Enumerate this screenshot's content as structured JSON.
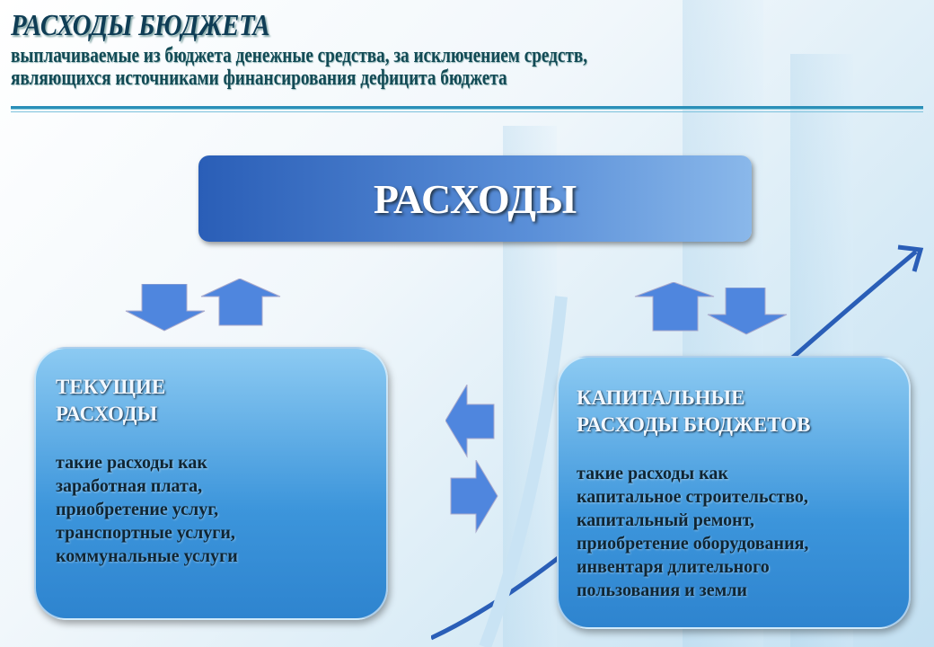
{
  "header": {
    "title": "РАСХОДЫ БЮДЖЕТА",
    "subtitle_lines": [
      "выплачиваемые из бюджета денежные средства, за исключением средств,",
      "являющихся источниками финансирования дефицита бюджета"
    ]
  },
  "main_box": {
    "label": "РАСХОДЫ"
  },
  "left_box": {
    "heading": [
      "ТЕКУЩИЕ",
      "РАСХОДЫ"
    ],
    "lines": [
      "такие расходы как",
      "заработная плата,",
      "приобретение услуг,",
      "транспортные услуги,",
      "коммунальные услуги"
    ]
  },
  "right_box": {
    "heading": [
      "КАПИТАЛЬНЫЕ",
      "РАСХОДЫ БЮДЖЕТОВ"
    ],
    "lines": [
      "такие расходы как",
      "капитальное строительство,",
      "капитальный ремонт,",
      "приобретение оборудования,",
      "инвентаря длительного",
      "пользования и земли"
    ]
  },
  "colors": {
    "arrow": "#4f86de",
    "title": "#0f3d55",
    "main": "#2a5eb7"
  }
}
